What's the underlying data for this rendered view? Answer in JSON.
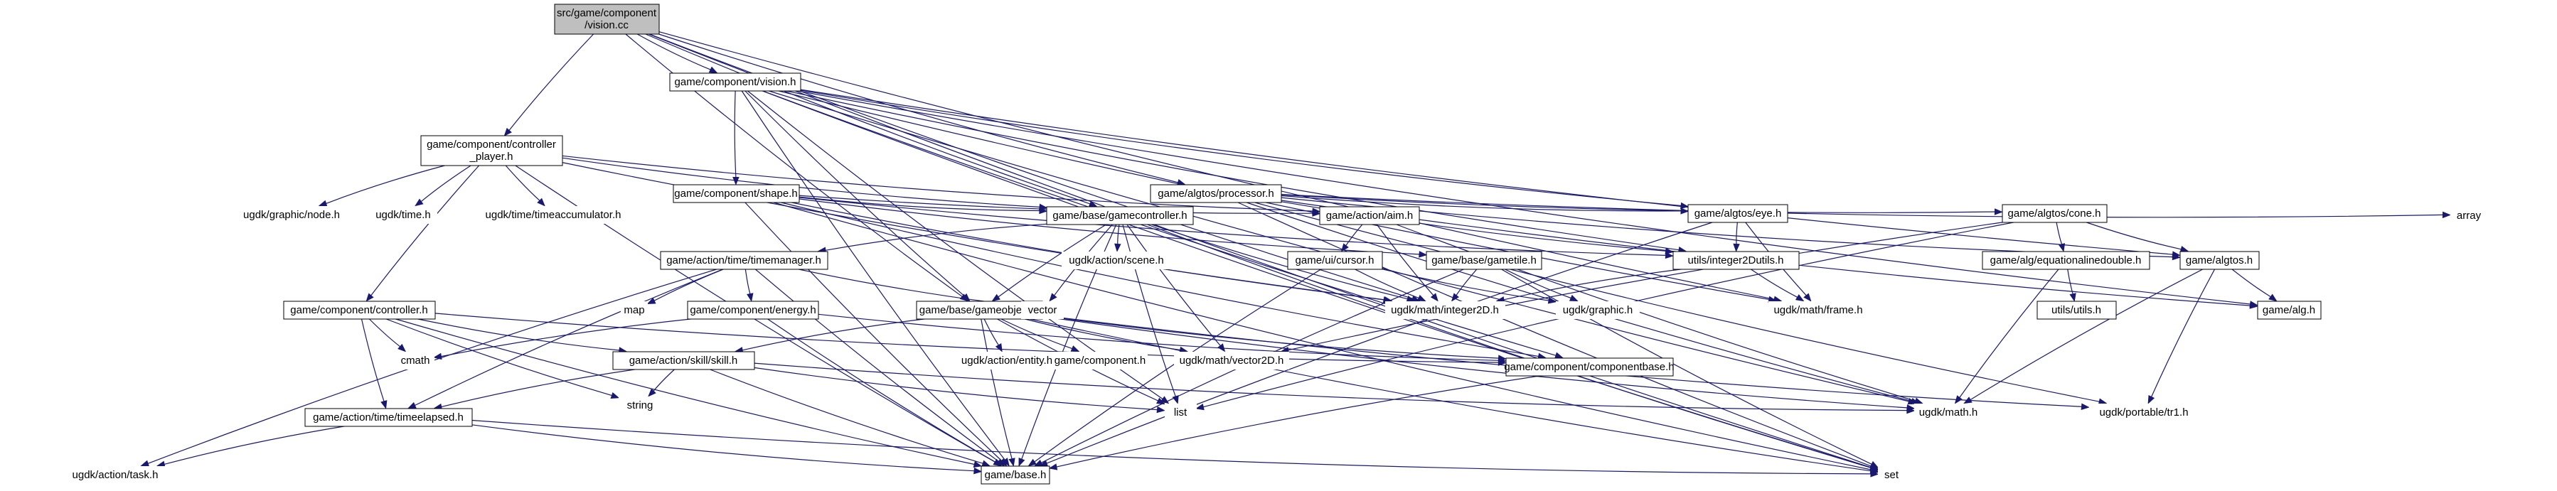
{
  "graph": {
    "root": "vision_cc",
    "colors": {
      "edge": "#191970",
      "node_border": "#000000",
      "root_fill": "#bfbfbf",
      "background": "#ffffff"
    },
    "nodes": [
      {
        "id": "vision_cc",
        "lines": [
          "src/game/component",
          "/vision.cc"
        ],
        "boxed": true,
        "root": true
      },
      {
        "id": "controller_player_h",
        "lines": [
          "game/component/controller",
          "_player.h"
        ],
        "boxed": true
      },
      {
        "id": "vision_h",
        "lines": [
          "game/component/vision.h"
        ],
        "boxed": true
      },
      {
        "id": "processor_h",
        "lines": [
          "game/algtos/processor.h"
        ],
        "boxed": true
      },
      {
        "id": "shape_h",
        "lines": [
          "game/component/shape.h"
        ],
        "boxed": true
      },
      {
        "id": "gamecontroller_h",
        "lines": [
          "game/base/gamecontroller.h"
        ],
        "boxed": true
      },
      {
        "id": "aim_h",
        "lines": [
          "game/action/aim.h"
        ],
        "boxed": true
      },
      {
        "id": "eye_h",
        "lines": [
          "game/algtos/eye.h"
        ],
        "boxed": true
      },
      {
        "id": "cone_h",
        "lines": [
          "game/algtos/cone.h"
        ],
        "boxed": true
      },
      {
        "id": "timemanager_h",
        "lines": [
          "game/action/time/timemanager.h"
        ],
        "boxed": true
      },
      {
        "id": "cursor_h",
        "lines": [
          "game/ui/cursor.h"
        ],
        "boxed": true
      },
      {
        "id": "gametile_h",
        "lines": [
          "game/base/gametile.h"
        ],
        "boxed": true
      },
      {
        "id": "integer2dutils_h",
        "lines": [
          "utils/integer2Dutils.h"
        ],
        "boxed": true
      },
      {
        "id": "equational_h",
        "lines": [
          "game/alg/equationalinedouble.h"
        ],
        "boxed": true
      },
      {
        "id": "algtos_h",
        "lines": [
          "game/algtos.h"
        ],
        "boxed": true
      },
      {
        "id": "controller_h",
        "lines": [
          "game/component/controller.h"
        ],
        "boxed": true
      },
      {
        "id": "energy_h",
        "lines": [
          "game/component/energy.h"
        ],
        "boxed": true
      },
      {
        "id": "gameobject_h",
        "lines": [
          "game/base/gameobject.h"
        ],
        "boxed": true
      },
      {
        "id": "utils_h",
        "lines": [
          "utils/utils.h"
        ],
        "boxed": true
      },
      {
        "id": "alg_h",
        "lines": [
          "game/alg.h"
        ],
        "boxed": true
      },
      {
        "id": "skill_h",
        "lines": [
          "game/action/skill/skill.h"
        ],
        "boxed": true
      },
      {
        "id": "componentbase_h",
        "lines": [
          "game/component/componentbase.h"
        ],
        "boxed": true
      },
      {
        "id": "timeelapsed_h",
        "lines": [
          "game/action/time/timeelapsed.h"
        ],
        "boxed": true
      },
      {
        "id": "base_h",
        "lines": [
          "game/base.h"
        ],
        "boxed": true
      },
      {
        "id": "graphicnode_h",
        "lines": [
          "ugdk/graphic/node.h"
        ],
        "boxed": false
      },
      {
        "id": "time_h",
        "lines": [
          "ugdk/time.h"
        ],
        "boxed": false
      },
      {
        "id": "timeaccumulator_h",
        "lines": [
          "ugdk/time/timeaccumulator.h"
        ],
        "boxed": false
      },
      {
        "id": "scene_h",
        "lines": [
          "ugdk/action/scene.h"
        ],
        "boxed": false
      },
      {
        "id": "array",
        "lines": [
          "array"
        ],
        "boxed": false
      },
      {
        "id": "map",
        "lines": [
          "map"
        ],
        "boxed": false
      },
      {
        "id": "vector",
        "lines": [
          "vector"
        ],
        "boxed": false
      },
      {
        "id": "integer2d_h",
        "lines": [
          "ugdk/math/integer2D.h"
        ],
        "boxed": false
      },
      {
        "id": "graphic_h",
        "lines": [
          "ugdk/graphic.h"
        ],
        "boxed": false
      },
      {
        "id": "frame_h",
        "lines": [
          "ugdk/math/frame.h"
        ],
        "boxed": false
      },
      {
        "id": "cmath",
        "lines": [
          "cmath"
        ],
        "boxed": false
      },
      {
        "id": "entity_h",
        "lines": [
          "ugdk/action/entity.h"
        ],
        "boxed": false
      },
      {
        "id": "component_h",
        "lines": [
          "game/component.h"
        ],
        "boxed": false
      },
      {
        "id": "vector2d_h",
        "lines": [
          "ugdk/math/vector2D.h"
        ],
        "boxed": false
      },
      {
        "id": "string",
        "lines": [
          "string"
        ],
        "boxed": false
      },
      {
        "id": "list",
        "lines": [
          "list"
        ],
        "boxed": false
      },
      {
        "id": "math_h",
        "lines": [
          "ugdk/math.h"
        ],
        "boxed": false
      },
      {
        "id": "portable_h",
        "lines": [
          "ugdk/portable/tr1.h"
        ],
        "boxed": false
      },
      {
        "id": "task_h",
        "lines": [
          "ugdk/action/task.h"
        ],
        "boxed": false
      },
      {
        "id": "set",
        "lines": [
          "set"
        ],
        "boxed": false
      }
    ],
    "edges": [
      [
        "vision_cc",
        "controller_player_h"
      ],
      [
        "vision_cc",
        "vision_h"
      ],
      [
        "vision_cc",
        "processor_h"
      ],
      [
        "vision_cc",
        "gamecontroller_h"
      ],
      [
        "vision_cc",
        "gameobject_h"
      ],
      [
        "vision_cc",
        "integer2d_h"
      ],
      [
        "vision_cc",
        "frame_h"
      ],
      [
        "vision_cc",
        "set"
      ],
      [
        "controller_player_h",
        "graphicnode_h"
      ],
      [
        "controller_player_h",
        "time_h"
      ],
      [
        "controller_player_h",
        "timeaccumulator_h"
      ],
      [
        "controller_player_h",
        "gamecontroller_h"
      ],
      [
        "controller_player_h",
        "aim_h"
      ],
      [
        "controller_player_h",
        "integer2d_h"
      ],
      [
        "controller_player_h",
        "controller_h"
      ],
      [
        "controller_player_h",
        "base_h"
      ],
      [
        "vision_h",
        "shape_h"
      ],
      [
        "vision_h",
        "eye_h"
      ],
      [
        "vision_h",
        "integer2dutils_h"
      ],
      [
        "vision_h",
        "algtos_h"
      ],
      [
        "vision_h",
        "frame_h"
      ],
      [
        "vision_h",
        "math_h"
      ],
      [
        "vision_h",
        "componentbase_h"
      ],
      [
        "vision_h",
        "gameobject_h"
      ],
      [
        "vision_h",
        "list"
      ],
      [
        "vision_h",
        "base_h"
      ],
      [
        "vision_h",
        "set"
      ],
      [
        "vision_h",
        "alg_h"
      ],
      [
        "processor_h",
        "eye_h"
      ],
      [
        "processor_h",
        "cone_h"
      ],
      [
        "processor_h",
        "array"
      ],
      [
        "processor_h",
        "integer2dutils_h"
      ],
      [
        "processor_h",
        "algtos_h"
      ],
      [
        "processor_h",
        "alg_h"
      ],
      [
        "processor_h",
        "portable_h"
      ],
      [
        "processor_h",
        "math_h"
      ],
      [
        "processor_h",
        "set"
      ],
      [
        "shape_h",
        "gamecontroller_h"
      ],
      [
        "shape_h",
        "aim_h"
      ],
      [
        "shape_h",
        "gametile_h"
      ],
      [
        "shape_h",
        "integer2dutils_h"
      ],
      [
        "shape_h",
        "componentbase_h"
      ],
      [
        "shape_h",
        "integer2d_h"
      ],
      [
        "shape_h",
        "base_h"
      ],
      [
        "shape_h",
        "set"
      ],
      [
        "gamecontroller_h",
        "timemanager_h"
      ],
      [
        "gamecontroller_h",
        "scene_h"
      ],
      [
        "gamecontroller_h",
        "vector"
      ],
      [
        "gamecontroller_h",
        "gameobject_h"
      ],
      [
        "gamecontroller_h",
        "integer2d_h"
      ],
      [
        "gamecontroller_h",
        "vector2d_h"
      ],
      [
        "gamecontroller_h",
        "list"
      ],
      [
        "gamecontroller_h",
        "base_h"
      ],
      [
        "gamecontroller_h",
        "set"
      ],
      [
        "aim_h",
        "cursor_h"
      ],
      [
        "aim_h",
        "integer2d_h"
      ],
      [
        "aim_h",
        "math_h"
      ],
      [
        "eye_h",
        "integer2dutils_h"
      ],
      [
        "eye_h",
        "frame_h"
      ],
      [
        "eye_h",
        "base_h"
      ],
      [
        "cone_h",
        "equational_h"
      ],
      [
        "cone_h",
        "algtos_h"
      ],
      [
        "cone_h",
        "vector2d_h"
      ],
      [
        "cone_h",
        "list"
      ],
      [
        "timemanager_h",
        "map"
      ],
      [
        "timemanager_h",
        "vector"
      ],
      [
        "timemanager_h",
        "energy_h"
      ],
      [
        "timemanager_h",
        "timeelapsed_h"
      ],
      [
        "timemanager_h",
        "task_h"
      ],
      [
        "timemanager_h",
        "base_h"
      ],
      [
        "cursor_h",
        "integer2d_h"
      ],
      [
        "cursor_h",
        "graphic_h"
      ],
      [
        "cursor_h",
        "base_h"
      ],
      [
        "gametile_h",
        "integer2d_h"
      ],
      [
        "gametile_h",
        "graphic_h"
      ],
      [
        "gametile_h",
        "base_h"
      ],
      [
        "gametile_h",
        "set"
      ],
      [
        "integer2dutils_h",
        "integer2d_h"
      ],
      [
        "integer2dutils_h",
        "frame_h"
      ],
      [
        "equational_h",
        "utils_h"
      ],
      [
        "equational_h",
        "math_h"
      ],
      [
        "algtos_h",
        "alg_h"
      ],
      [
        "algtos_h",
        "math_h"
      ],
      [
        "algtos_h",
        "portable_h"
      ],
      [
        "controller_h",
        "cmath"
      ],
      [
        "controller_h",
        "skill_h"
      ],
      [
        "controller_h",
        "componentbase_h"
      ],
      [
        "controller_h",
        "timeelapsed_h"
      ],
      [
        "controller_h",
        "string"
      ],
      [
        "controller_h",
        "base_h"
      ],
      [
        "energy_h",
        "componentbase_h"
      ],
      [
        "energy_h",
        "cmath"
      ],
      [
        "energy_h",
        "base_h"
      ],
      [
        "gameobject_h",
        "entity_h"
      ],
      [
        "gameobject_h",
        "component_h"
      ],
      [
        "gameobject_h",
        "componentbase_h"
      ],
      [
        "gameobject_h",
        "skill_h"
      ],
      [
        "gameobject_h",
        "vector2d_h"
      ],
      [
        "gameobject_h",
        "list"
      ],
      [
        "gameobject_h",
        "portable_h"
      ],
      [
        "gameobject_h",
        "base_h"
      ],
      [
        "gameobject_h",
        "set"
      ],
      [
        "gameobject_h",
        "math_h"
      ],
      [
        "skill_h",
        "timeelapsed_h"
      ],
      [
        "skill_h",
        "string"
      ],
      [
        "skill_h",
        "math_h"
      ],
      [
        "skill_h",
        "list"
      ],
      [
        "skill_h",
        "base_h"
      ],
      [
        "componentbase_h",
        "base_h"
      ],
      [
        "timeelapsed_h",
        "task_h"
      ],
      [
        "timeelapsed_h",
        "base_h"
      ],
      [
        "timeelapsed_h",
        "set"
      ]
    ]
  }
}
